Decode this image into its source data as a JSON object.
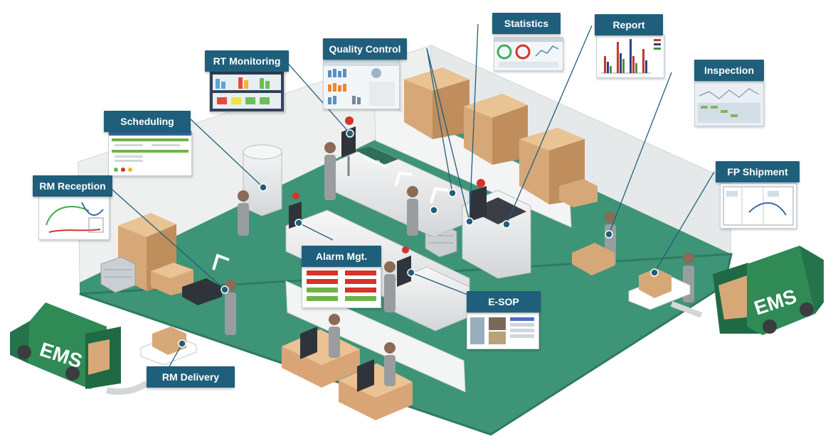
{
  "modules": {
    "rt_monitoring": "RT Monitoring",
    "quality_control": "Quality Control",
    "statistics": "Statistics",
    "report": "Report",
    "inspection": "Inspection",
    "scheduling": "Scheduling",
    "rm_reception": "RM Reception",
    "fp_shipment": "FP Shipment",
    "alarm_mgt": "Alarm Mgt.",
    "e_sop": "E-SOP",
    "rm_delivery": "RM Delivery"
  },
  "truck_left_text": "EMS",
  "truck_right_text": "EMS",
  "machine_brand": "NewPwr",
  "colors": {
    "label_bg": "#1f5f7c",
    "floor": "#3e9477",
    "wall": "#eef0f0",
    "box": "#d7a877",
    "truck": "#2f8a55",
    "connector_dot": "#1f5f7c"
  }
}
